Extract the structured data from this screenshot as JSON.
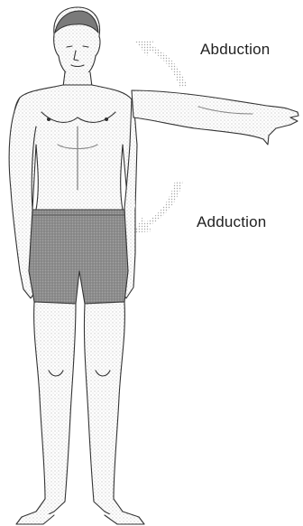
{
  "labels": {
    "abduction": "Abduction",
    "adduction": "Adduction"
  },
  "colors": {
    "background": "#ffffff",
    "line": "#333333",
    "stipple": "#9a9a9a",
    "shorts": "#8a8a8a",
    "arrow": "#b8b8b8"
  },
  "icons": {
    "abduction_arrow": "curved-arrow-up",
    "adduction_arrow": "curved-arrow-down"
  }
}
